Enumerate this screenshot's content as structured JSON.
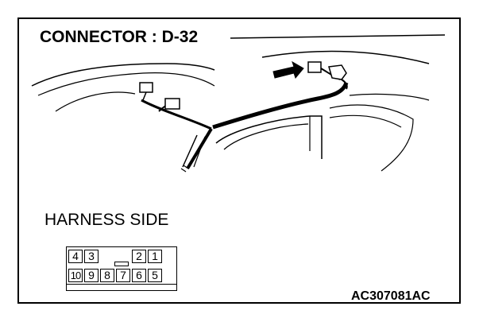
{
  "diagram": {
    "title": "CONNECTOR : D-32",
    "side_label": "HARNESS SIDE",
    "reference_code": "AC307081AC",
    "connector": {
      "top_row": [
        "4",
        "3",
        "2",
        "1"
      ],
      "bottom_row": [
        "10",
        "9",
        "8",
        "7",
        "6",
        "5"
      ]
    }
  },
  "colors": {
    "line": "#000000",
    "background": "#ffffff"
  },
  "icons": {
    "pointer": "arrow-right-icon"
  }
}
